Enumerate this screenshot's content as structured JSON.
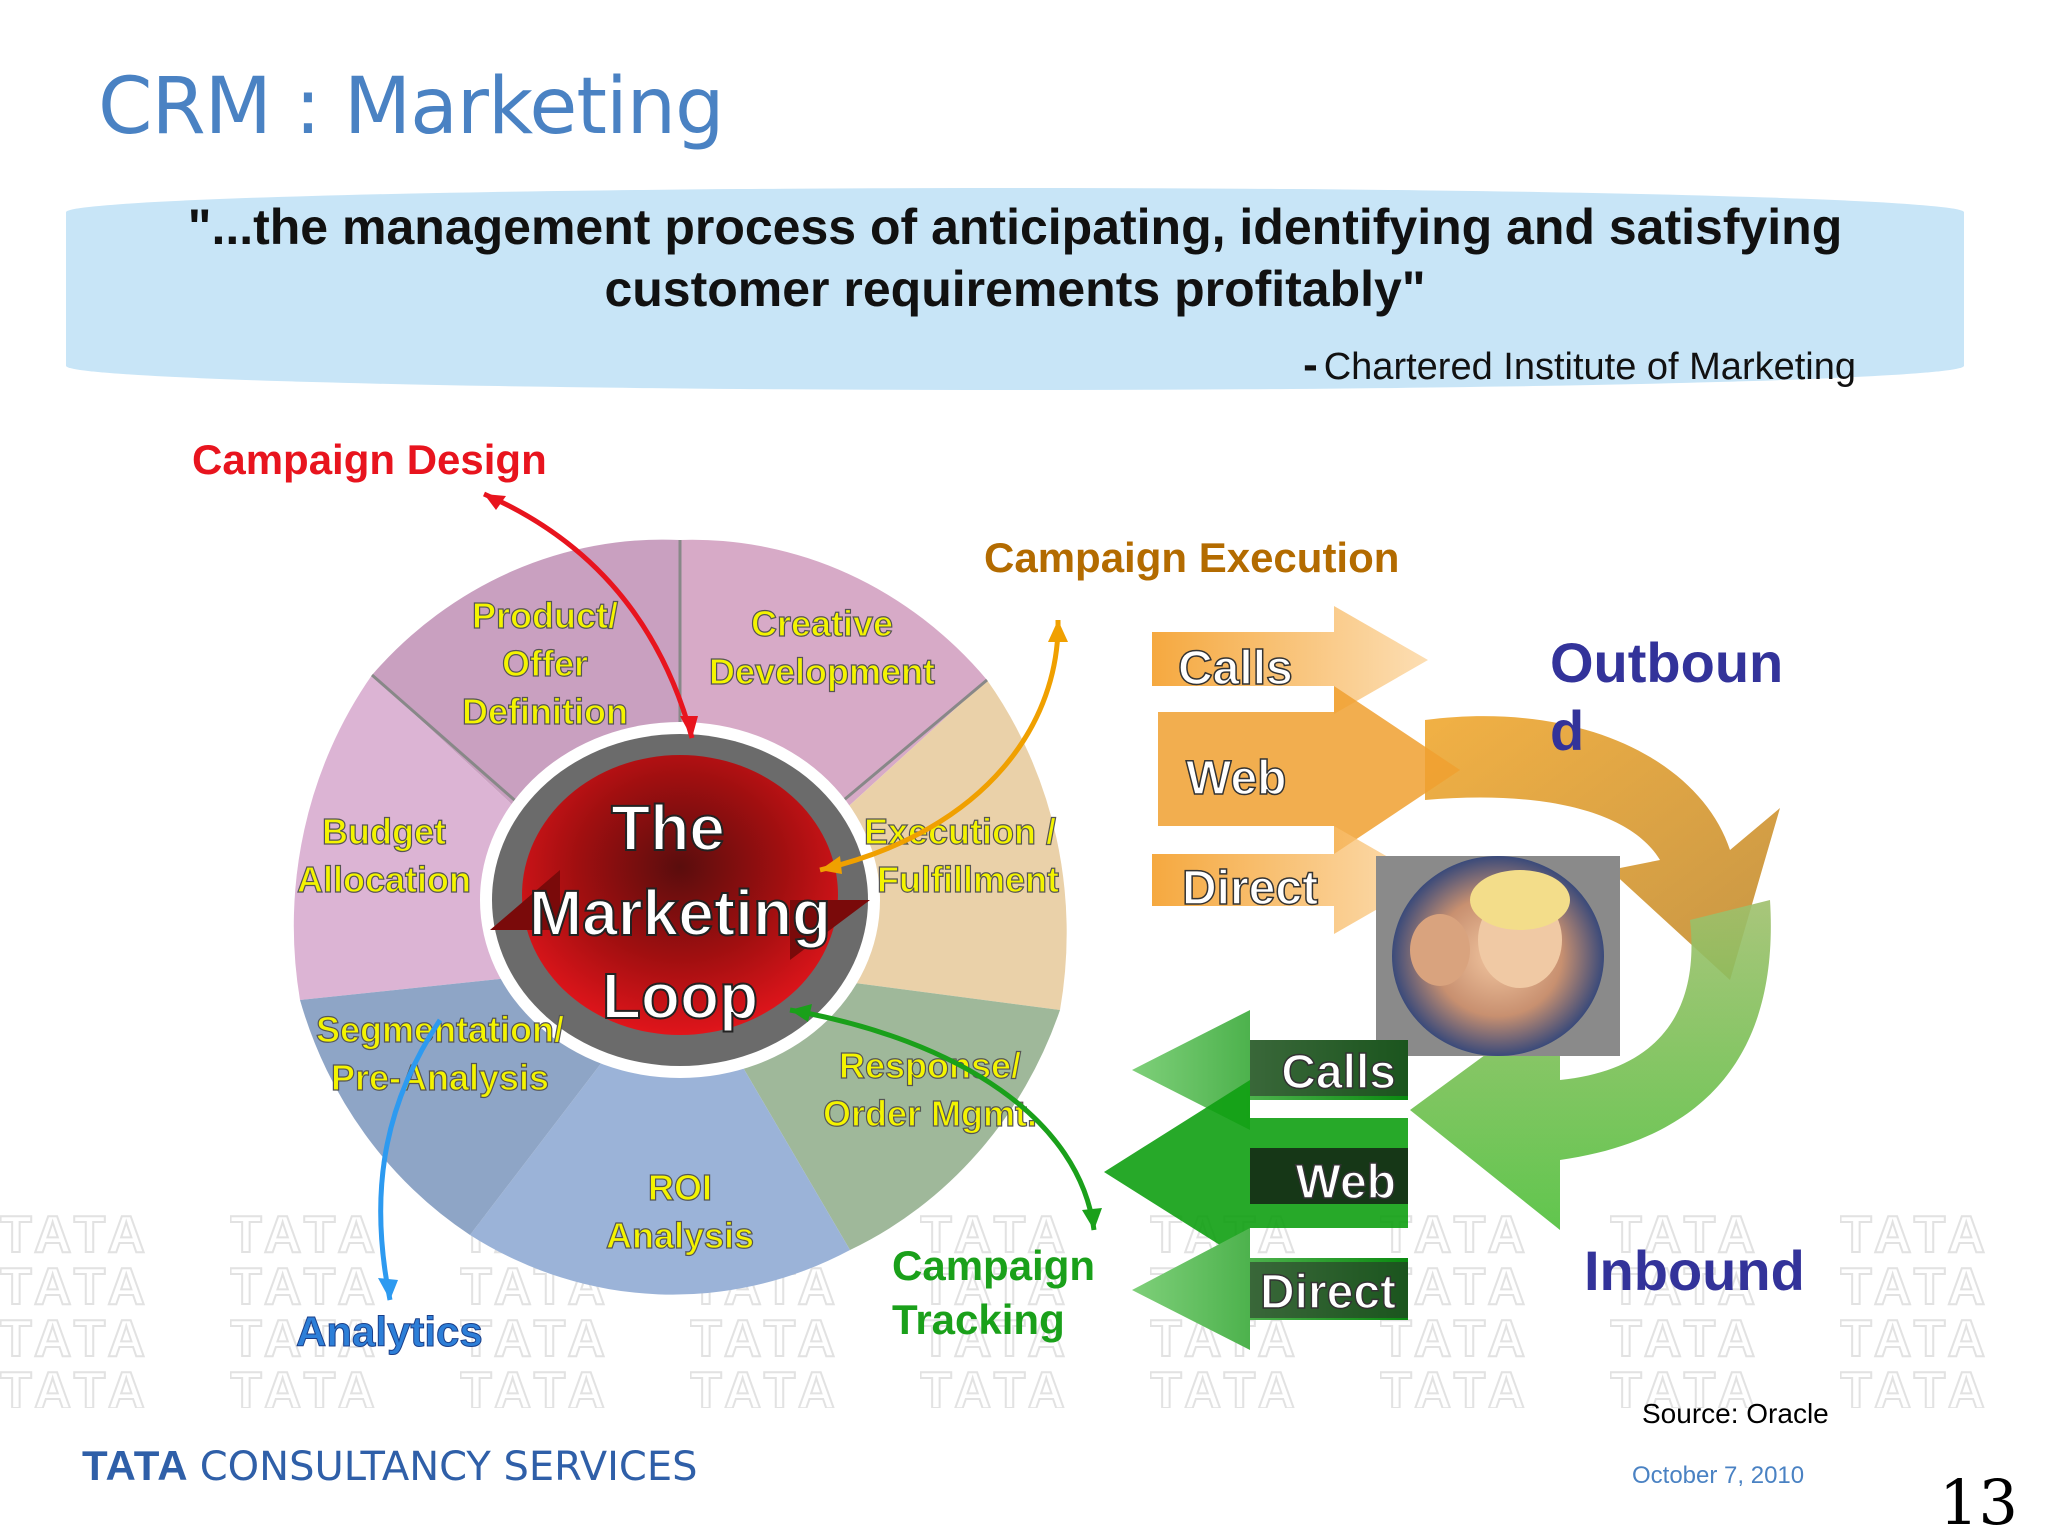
{
  "slide": {
    "title": "CRM : Marketing",
    "quote_line1": "\"...the management process of anticipating, identifying and satisfying",
    "quote_line2": "customer requirements profitably\"",
    "quote_dash": "-",
    "quote_source": "Chartered Institute of Marketing",
    "source_note": "Source: Oracle",
    "date": "October 7, 2010",
    "page_number": "13",
    "brand_logo": "TATA",
    "brand_text": "CONSULTANCY SERVICES",
    "watermark": "TATA"
  },
  "loop": {
    "center_line1": "The",
    "center_line2": "Marketing",
    "center_line3": "Loop",
    "segments": [
      {
        "line1": "Product/",
        "line2": "Offer",
        "line3": "Definition"
      },
      {
        "line1": "Creative",
        "line2": "Development"
      },
      {
        "line1": "Execution /",
        "line2": "Fulfillment"
      },
      {
        "line1": "Response/",
        "line2": "Order Mgmt."
      },
      {
        "line1": "ROI",
        "line2": "Analysis"
      },
      {
        "line1": "Segmentation/",
        "line2": "Pre-Analysis"
      },
      {
        "line1": "Budget",
        "line2": "Allocation"
      }
    ]
  },
  "callouts": {
    "campaign_design": "Campaign Design",
    "campaign_execution": "Campaign Execution",
    "campaign_tracking_1": "Campaign",
    "campaign_tracking_2": "Tracking",
    "analytics": "Analytics"
  },
  "channels": {
    "outbound_1": "Outboun",
    "outbound_2": "d",
    "inbound": "Inbound",
    "outbound_items": [
      "Calls",
      "Web",
      "Direct"
    ],
    "inbound_items": [
      "Calls",
      "Web",
      "Direct"
    ]
  },
  "colors": {
    "title": "#4a82c3",
    "campaign_design": "#e8141e",
    "campaign_execution": "#b36b00",
    "campaign_tracking": "#1aa01a",
    "analytics": "#2d7fd8",
    "outbound": "#33339a",
    "inbound": "#33339a",
    "segment_text": "#f4f400"
  }
}
